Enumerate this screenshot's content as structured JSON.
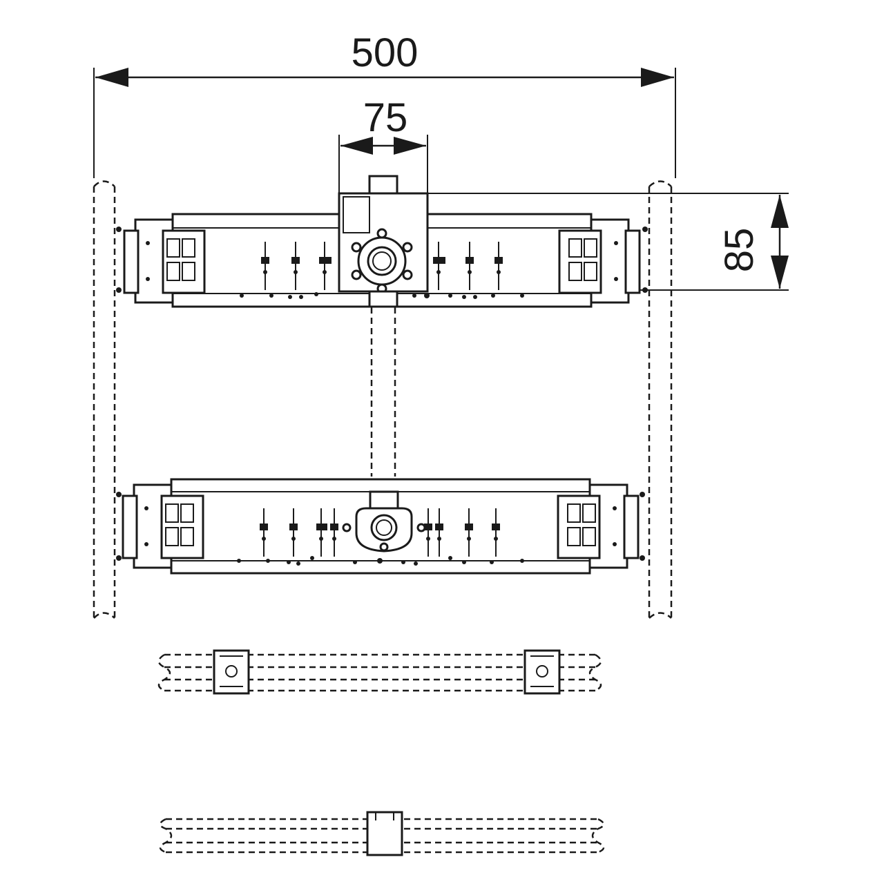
{
  "dimensions": {
    "overall_width": "500",
    "mixer_width": "75",
    "mixer_depth": "85"
  },
  "colors": {
    "line": "#1a1a1a",
    "background": "#ffffff"
  }
}
